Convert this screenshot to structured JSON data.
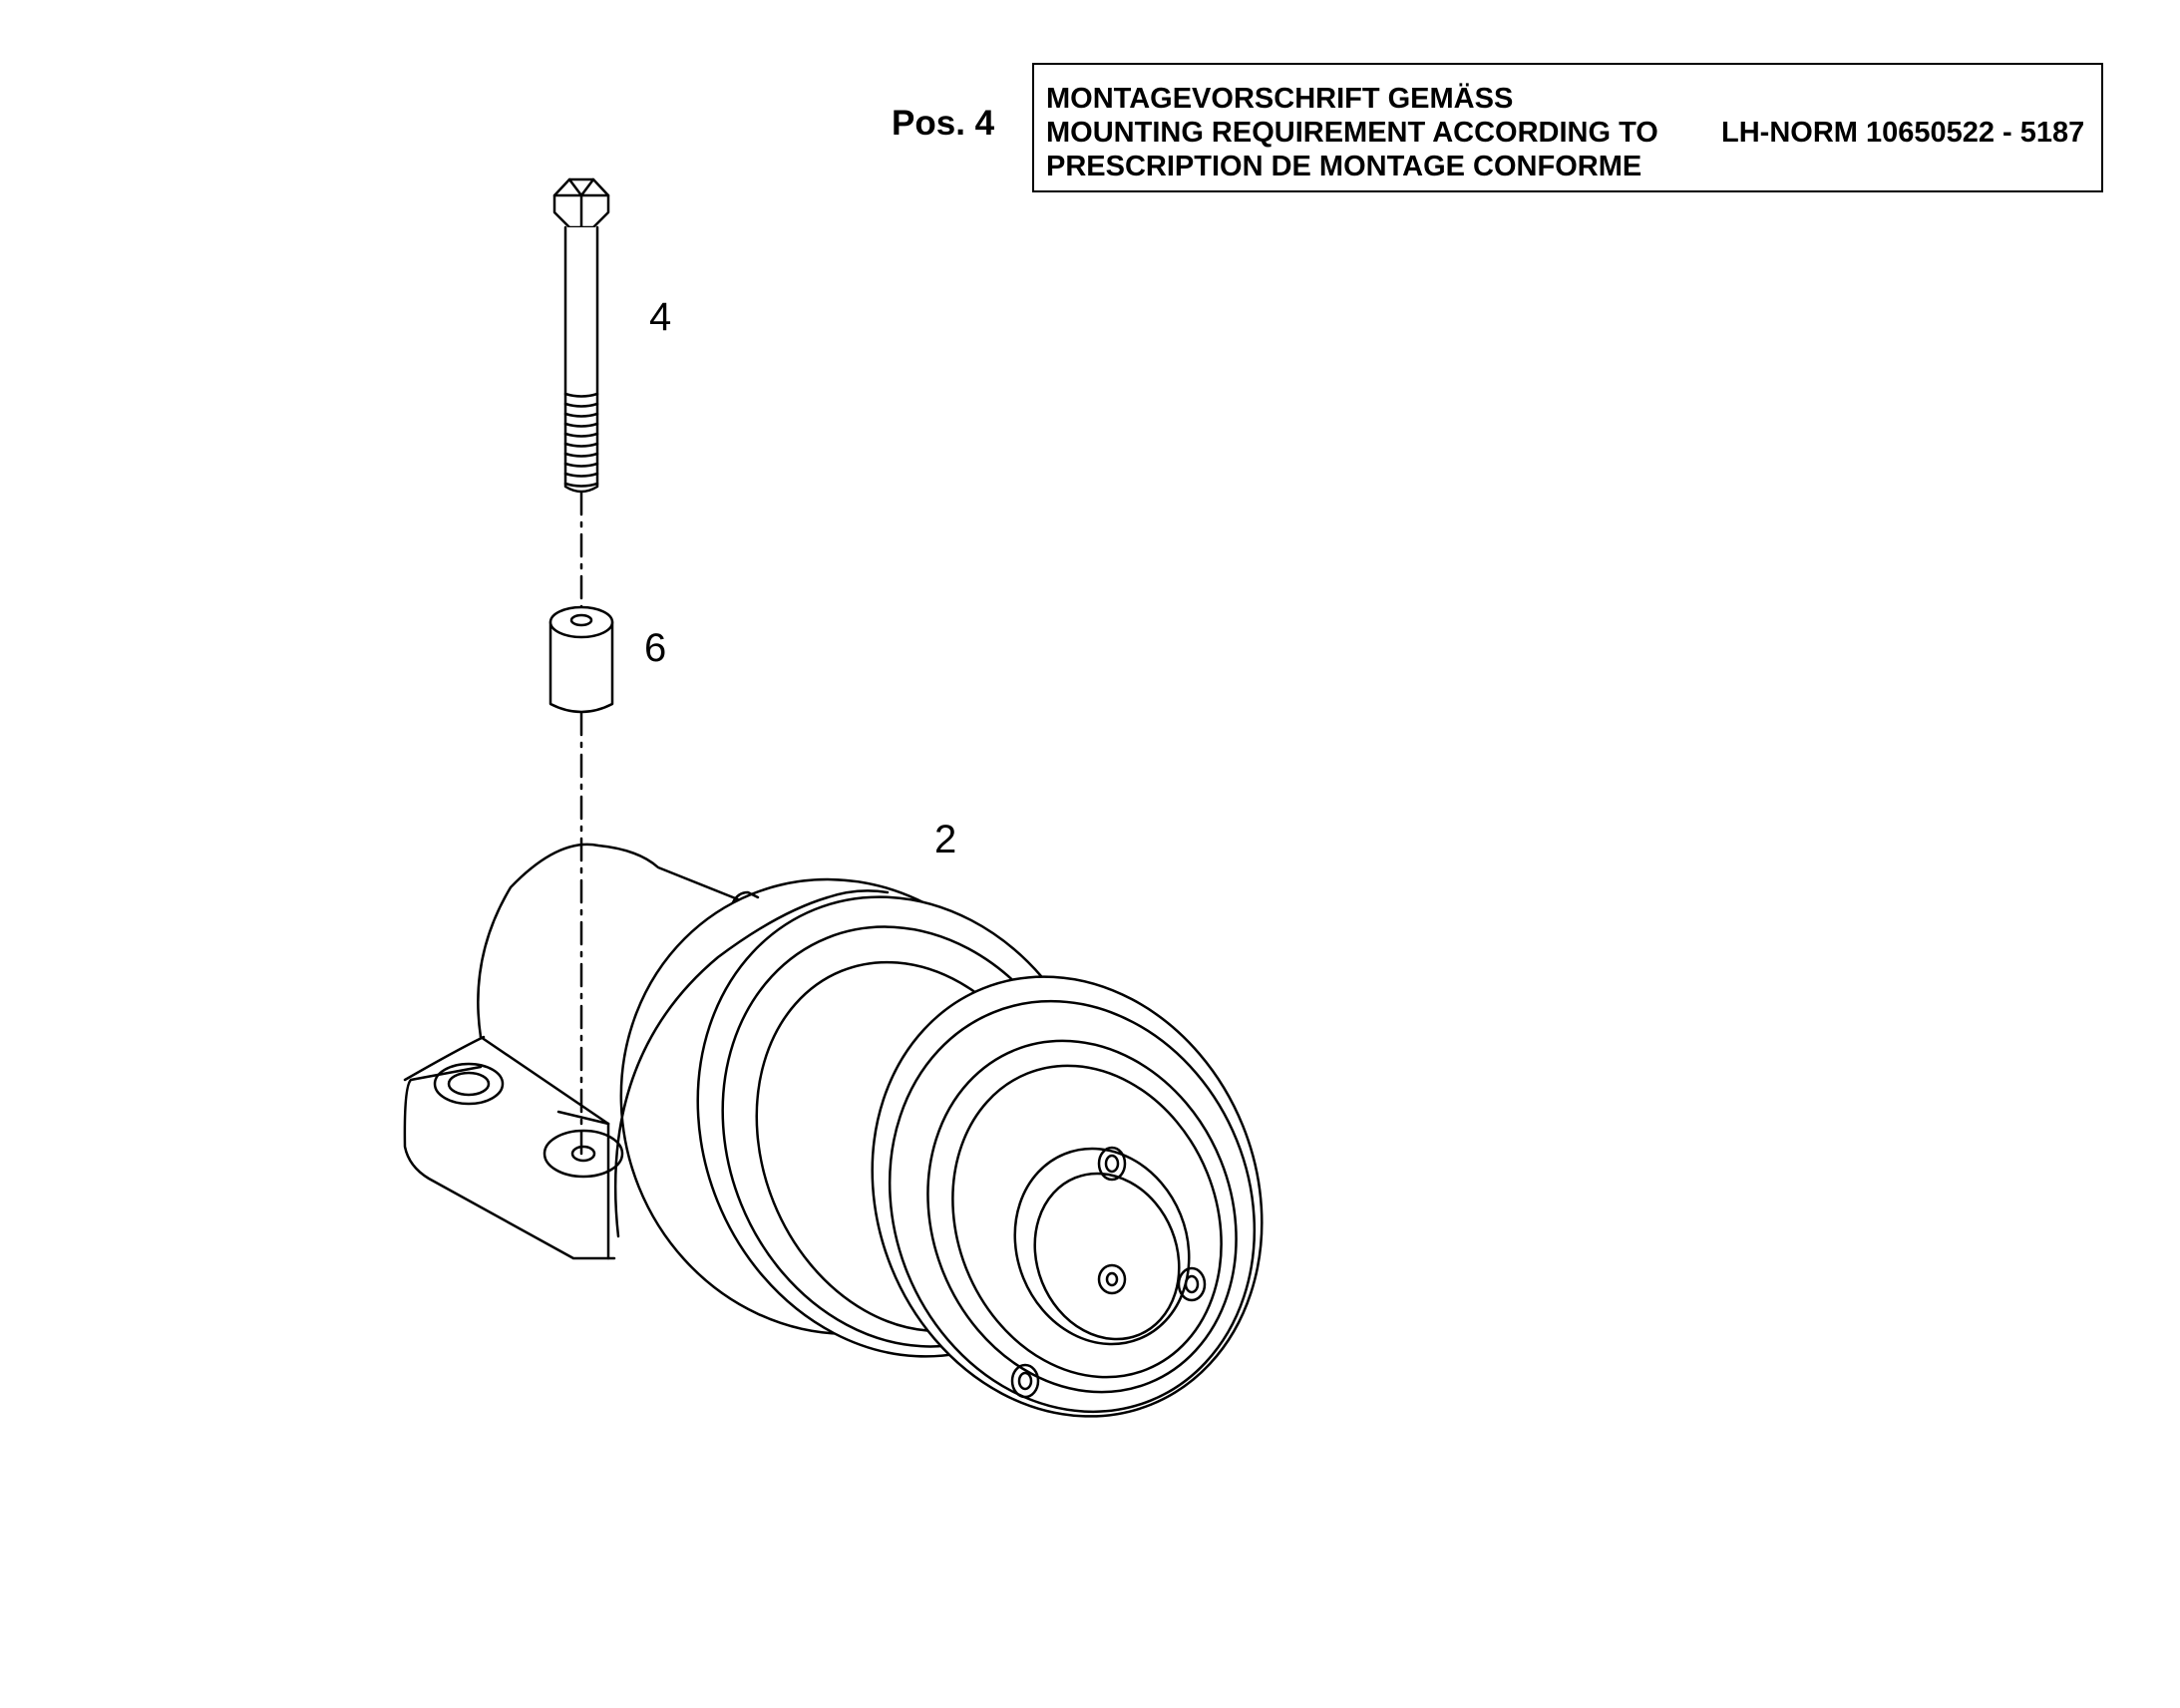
{
  "header": {
    "pos_label": "Pos. 4",
    "requirement_lines": [
      "MONTAGEVORSCHRIFT GEMÄSS",
      "MOUNTING REQUIREMENT ACCORDING TO",
      "PRESCRIPTION DE MONTAGE CONFORME"
    ],
    "norm": "LH-NORM 10650522 - 5187"
  },
  "callouts": {
    "bolt": "4",
    "spacer": "6",
    "roller": "2"
  }
}
